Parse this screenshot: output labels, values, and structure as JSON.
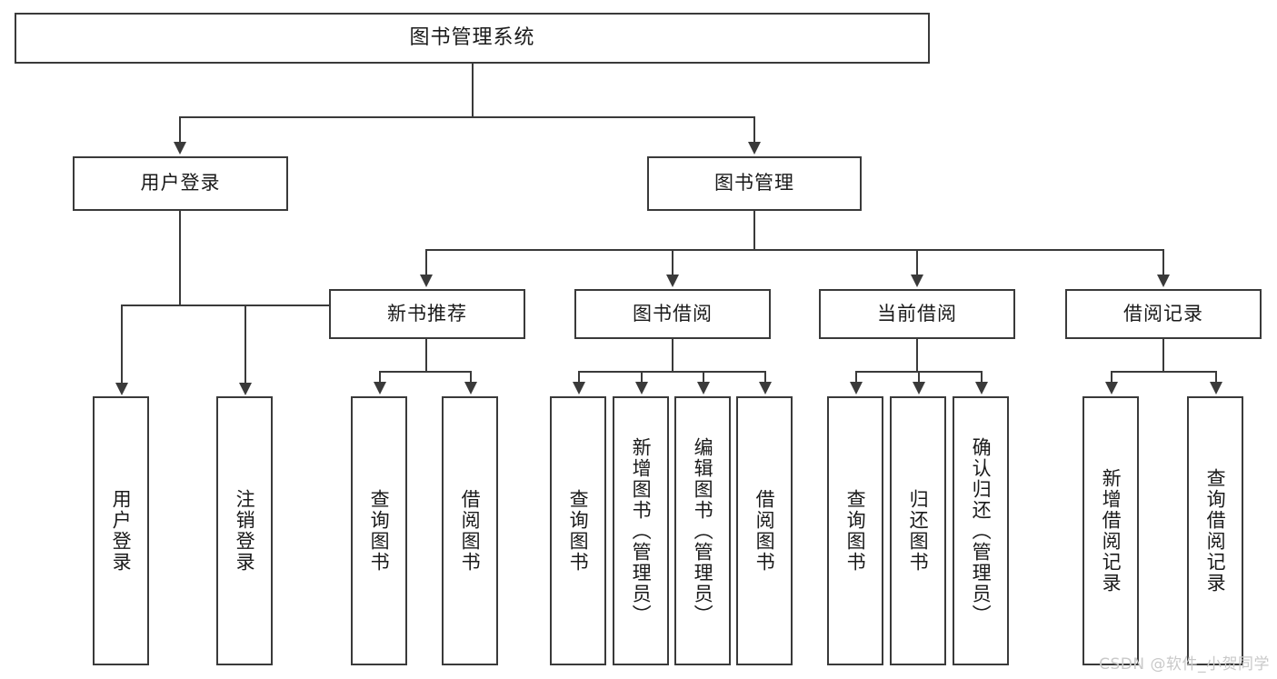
{
  "diagram": {
    "type": "tree-hierarchy",
    "title": "图书管理系统",
    "watermark": "CSDN @软件_小贺同学",
    "root": {
      "label": "图书管理系统",
      "children": [
        {
          "label": "用户登录",
          "children": [
            {
              "label": "用户登录"
            },
            {
              "label": "注销登录"
            }
          ]
        },
        {
          "label": "图书管理",
          "children": [
            {
              "label": "新书推荐",
              "children": [
                {
                  "label": "查询图书"
                },
                {
                  "label": "借阅图书"
                }
              ]
            },
            {
              "label": "图书借阅",
              "children": [
                {
                  "label": "查询图书"
                },
                {
                  "label": "新增图书（管理员）"
                },
                {
                  "label": "编辑图书（管理员）"
                },
                {
                  "label": "借阅图书"
                }
              ]
            },
            {
              "label": "当前借阅",
              "children": [
                {
                  "label": "查询图书"
                },
                {
                  "label": "归还图书"
                },
                {
                  "label": "确认归还（管理员）"
                }
              ]
            },
            {
              "label": "借阅记录",
              "children": [
                {
                  "label": "新增借阅记录"
                },
                {
                  "label": "查询借阅记录"
                }
              ]
            }
          ]
        }
      ]
    },
    "nodes": {
      "root": "图书管理系统",
      "l2": {
        "user_login": "用户登录",
        "book_manage": "图书管理"
      },
      "l3": {
        "new_book_rec": "新书推荐",
        "book_borrow": "图书借阅",
        "current_borrow": "当前借阅",
        "borrow_record": "借阅记录"
      },
      "leaves": {
        "user_login_1": "用户登录",
        "user_login_2": "注销登录",
        "new_book_1": "查询图书",
        "new_book_2": "借阅图书",
        "borrow_1": "查询图书",
        "borrow_2": "新增图书（管理员）",
        "borrow_3": "编辑图书（管理员）",
        "borrow_4": "借阅图书",
        "current_1": "查询图书",
        "current_2": "归还图书",
        "current_3": "确认归还（管理员）",
        "record_1": "新增借阅记录",
        "record_2": "查询借阅记录"
      }
    },
    "colors": {
      "stroke": "#3a3a3a",
      "fill": "#ffffff",
      "text": "#1a1a1a",
      "watermark": "#c9c9c9"
    }
  }
}
